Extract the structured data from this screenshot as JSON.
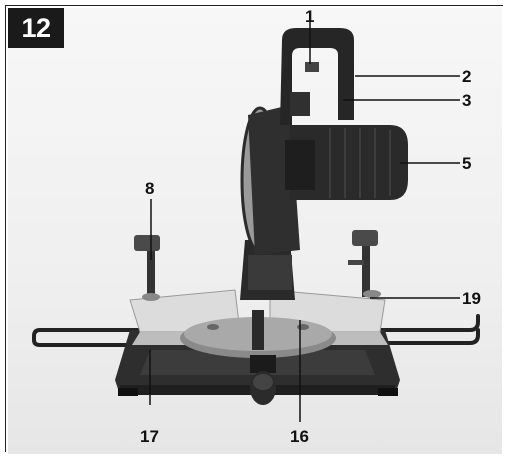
{
  "figure": {
    "number": "12"
  },
  "callouts": [
    {
      "id": "1",
      "label": "1"
    },
    {
      "id": "2",
      "label": "2"
    },
    {
      "id": "3",
      "label": "3"
    },
    {
      "id": "5",
      "label": "5"
    },
    {
      "id": "8",
      "label": "8"
    },
    {
      "id": "19",
      "label": "19"
    },
    {
      "id": "17",
      "label": "17"
    },
    {
      "id": "16",
      "label": "16"
    }
  ],
  "colors": {
    "badge": "#1a1a1a",
    "ink": "#111111",
    "machine_dark": "#2b2b2b",
    "table_light": "#d9d9d9"
  }
}
